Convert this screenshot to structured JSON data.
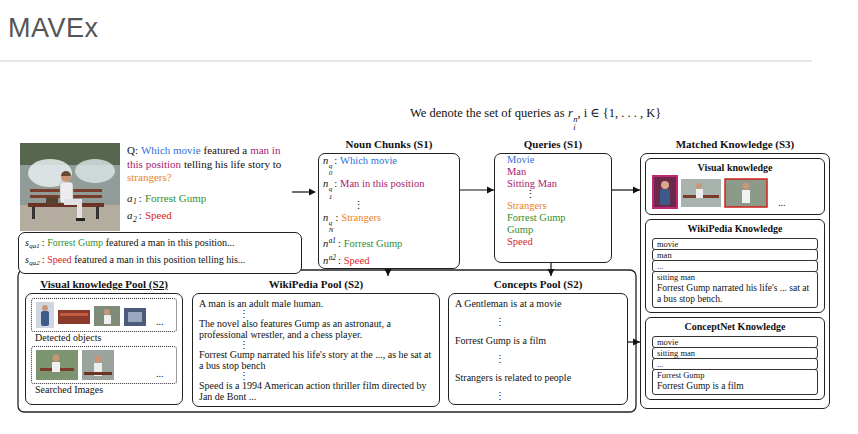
{
  "diagram": {
    "title": "MAVEx",
    "nodes": [
      {
        "text": [
          "s",
          "qa1",
          ":",
          "Forrest Gump",
          "featured a man in this position...",
          "s",
          "qa2",
          ":",
          "Speed",
          "featured a man in this position telling his..."
        ]
      },
      {
        "text": [
          "Noun Chunks (S1)",
          "n",
          "q",
          "0",
          ":",
          "Which movie",
          "n",
          "q",
          "1",
          ":",
          "Man in this position",
          "⋮",
          "n",
          "q",
          "N",
          ":",
          "Strangers",
          "n",
          "a1",
          ":",
          "Forrest Gump",
          "n",
          "a2",
          ":",
          "Speed"
        ]
      },
      {
        "text": [
          "Queries (S1)",
          "Movie",
          "Man",
          "Sitting Man",
          "⋮",
          "Strangers",
          "Forrest Gump",
          "Gump",
          "Speed"
        ]
      },
      {
        "text": [
          "Matched Knowledge (S3)"
        ]
      },
      {
        "text": [
          "Visual knowledge",
          "..."
        ],
        "in": 3
      },
      {
        "text": [
          "WikiPedia Knowledge"
        ],
        "in": 3
      },
      {
        "text": [
          "movie"
        ],
        "in": 5
      },
      {
        "text": [
          "man"
        ],
        "in": 5
      },
      {
        "text": [
          "..."
        ],
        "in": 5
      },
      {
        "text": [
          "sitting man",
          "Forrest Gump narrated his life's ... sat at a bus stop bench."
        ],
        "in": 5
      },
      {
        "text": [
          "ConceptNet Knowledge"
        ],
        "in": 3
      },
      {
        "text": [
          "movie"
        ],
        "in": 10
      },
      {
        "text": [
          "sitting man"
        ],
        "in": 10
      },
      {
        "text": [
          "..."
        ],
        "in": 10
      },
      {
        "text": [
          "Forrest Gump",
          "Forrest Gump is a film"
        ],
        "in": 10
      },
      {
        "text": [
          "Visual knowledge Pool (S2)"
        ]
      },
      {
        "text": [
          "...",
          "Detected objects"
        ],
        "in": 15
      },
      {
        "text": [
          "...",
          "Searched Images"
        ],
        "in": 15
      },
      {
        "text": [
          "WikiPedia Pool (S2)",
          "A man is an adult male human.",
          "⋮",
          "The novel also features Gump as an astronaut, a professional wrestler, and a chess player.",
          "⋮",
          "Forrest Gump narrated his life's story at the ..., as he sat at a bus stop bench",
          "⋮",
          "Speed is a 1994 American action thriller film directed by Jan de Bont ..."
        ]
      },
      {
        "text": [
          "Concepts Pool (S2)",
          "A Gentleman is at a movie",
          "⋮",
          "Forrest Gump is a film",
          "⋮",
          "Strangers is related to people",
          "⋮"
        ]
      }
    ],
    "edges": [
      {
        "from": 1,
        "to": 2,
        "arrow": "to"
      },
      {
        "from": 2,
        "to": 3,
        "arrow": "to"
      },
      {
        "from": 1,
        "to": 18,
        "arrow": "to"
      },
      {
        "from": 2,
        "to": 19,
        "arrow": "to"
      },
      {
        "from": 19,
        "to": 3,
        "arrow": "to"
      }
    ],
    "labels": [
      "We denote the set of queries as",
      "r",
      "n",
      "i",
      ", i ∈ {1, . . . , K}",
      "Q:",
      "Which movie",
      "featured a",
      "man in this position",
      "telling his life story to",
      "strangers?",
      "a",
      "1",
      ":",
      "Forrest Gump",
      "a",
      "2",
      ":",
      "Speed"
    ]
  }
}
